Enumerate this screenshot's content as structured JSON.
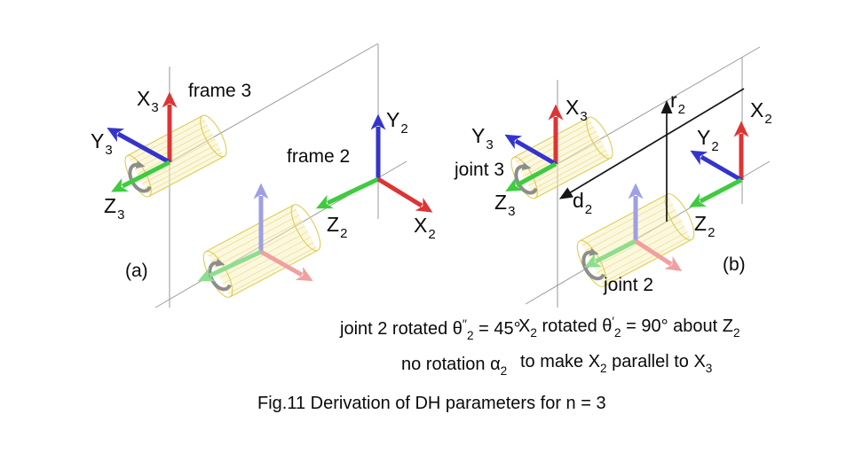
{
  "colors": {
    "x-axis": "#dd3434",
    "y-axis": "#3434cc",
    "z-axis": "#3ecc3e",
    "x-axis-faded": "#f0a0a0",
    "y-axis-faded": "#9f9fe2",
    "z-axis-faded": "#8fdd8f",
    "cylinder-stroke": "#ddcc55",
    "cylinder-fill": "#f8f0b8",
    "construction-line": "#9a9a9a",
    "rotation-arrow": "#8d8d8d"
  },
  "sub_a": {
    "tag": "(a)",
    "frame3": "frame 3",
    "frame2": "frame 2",
    "x3": {
      "b": "X",
      "s": "3"
    },
    "y3": {
      "b": "Y",
      "s": "3"
    },
    "z3": {
      "b": "Z",
      "s": "3"
    },
    "y2": {
      "b": "Y",
      "s": "2"
    },
    "z2": {
      "b": "Z",
      "s": "2"
    },
    "x2": {
      "b": "X",
      "s": "2"
    }
  },
  "sub_b": {
    "tag": "(b)",
    "joint3": "joint 3",
    "joint2": "joint 2",
    "x3": {
      "b": "X",
      "s": "3"
    },
    "y3": {
      "b": "Y",
      "s": "3"
    },
    "z3": {
      "b": "Z",
      "s": "3"
    },
    "x2": {
      "b": "X",
      "s": "2"
    },
    "y2": {
      "b": "Y",
      "s": "2"
    },
    "z2": {
      "b": "Z",
      "s": "2"
    },
    "r2": {
      "b": "r",
      "s": "2"
    },
    "d2": {
      "b": "d",
      "s": "2"
    }
  },
  "annotations": {
    "line1": [
      {
        "t": "joint 2 rotated θ",
        "m": "n"
      },
      {
        "t": "′′",
        "m": "sup"
      },
      {
        "t": "2",
        "m": "sub"
      },
      {
        "t": " = 45°",
        "m": "n"
      }
    ],
    "line2": [
      {
        "t": "no rotation α",
        "m": "n"
      },
      {
        "t": "2",
        "m": "sub"
      }
    ],
    "line3": [
      {
        "t": "X",
        "m": "n"
      },
      {
        "t": "2",
        "m": "sub"
      },
      {
        "t": " rotated θ",
        "m": "n"
      },
      {
        "t": "′",
        "m": "sup"
      },
      {
        "t": "2",
        "m": "sub"
      },
      {
        "t": " = 90° about Z",
        "m": "n"
      },
      {
        "t": "2",
        "m": "sub"
      }
    ],
    "line4": [
      {
        "t": "to make X",
        "m": "n"
      },
      {
        "t": "2",
        "m": "sub"
      },
      {
        "t": " parallel to X",
        "m": "n"
      },
      {
        "t": "3",
        "m": "sub"
      }
    ]
  },
  "caption": "Fig.11  Derivation of DH parameters for n = 3"
}
